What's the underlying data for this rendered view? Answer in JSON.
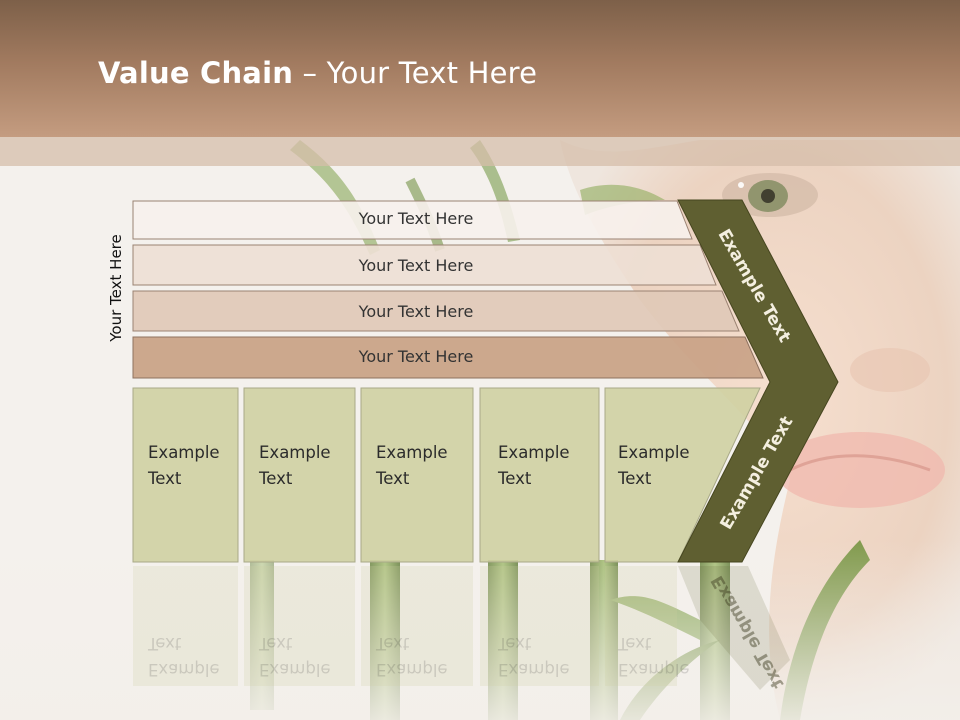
{
  "slide": {
    "title_bold": "Value Chain",
    "title_rest": " – Your Text Here",
    "side_label": "Your Text Here"
  },
  "rows": [
    {
      "label": "Your Text Here",
      "color": "#f7f1ec"
    },
    {
      "label": "Your Text Here",
      "color": "#eddfd4"
    },
    {
      "label": "Your Text Here",
      "color": "#e0c9b7"
    },
    {
      "label": "Your Text Here",
      "color": "#c9a388"
    }
  ],
  "columns": [
    {
      "line1": "Example",
      "line2": "Text"
    },
    {
      "line1": "Example",
      "line2": "Text"
    },
    {
      "line1": "Example",
      "line2": "Text"
    },
    {
      "line1": "Example",
      "line2": "Text"
    },
    {
      "line1": "Example",
      "line2": "Text"
    }
  ],
  "chevrons": {
    "upper_label": "Example Text",
    "lower_label": "Example Text",
    "color": "#5f5f31"
  },
  "colors": {
    "header": "#a17a5f",
    "column_fill": "#cfd0a2",
    "column_stroke": "#a9a988"
  }
}
